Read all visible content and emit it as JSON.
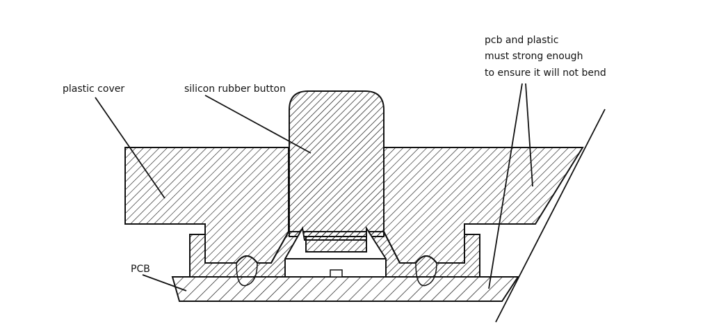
{
  "labels": {
    "plastic_cover": "plastic cover",
    "silicon_rubber_button": "silicon rubber button",
    "pcb": "PCB",
    "note_lines": [
      "pcb and plastic",
      "must strong enough",
      "to ensure it will not bend"
    ]
  },
  "colors": {
    "stroke": "#111111",
    "background": "#ffffff"
  }
}
